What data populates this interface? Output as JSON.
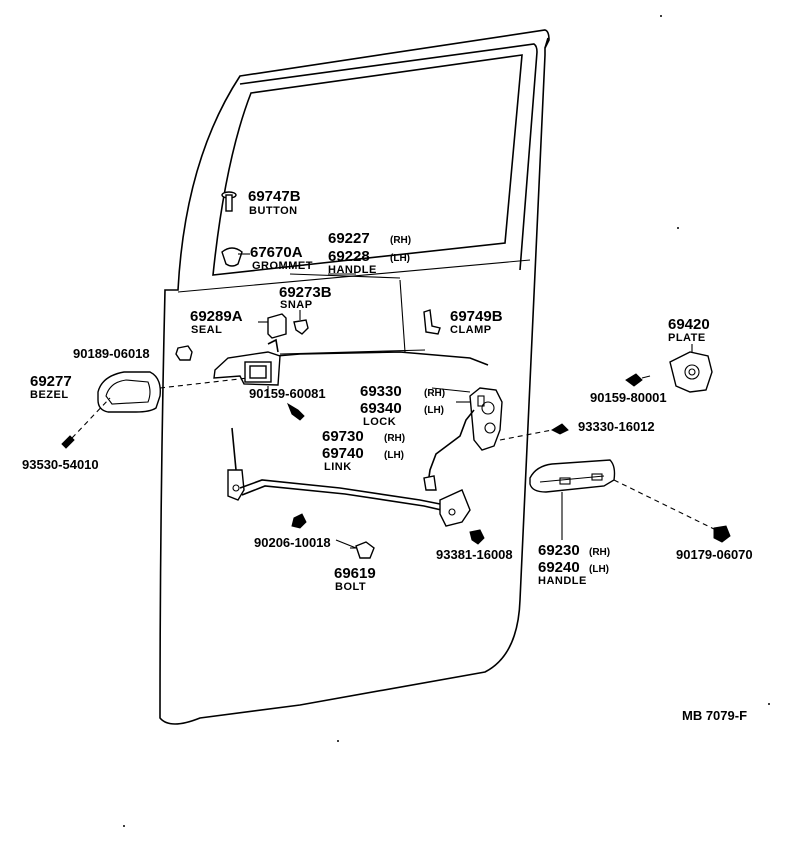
{
  "diagram_code": "MB 7079-F",
  "parts": [
    {
      "number": "69747B",
      "name": "BUTTON"
    },
    {
      "number": "67670A",
      "name": "GROMMET"
    },
    {
      "number": "69227",
      "side": "(RH)"
    },
    {
      "number": "69228",
      "side": "(LH)",
      "name": "HANDLE"
    },
    {
      "number": "69273B",
      "name": "SNAP"
    },
    {
      "number": "69289A",
      "name": "SEAL"
    },
    {
      "number": "69749B",
      "name": "CLAMP"
    },
    {
      "number": "90189-06018"
    },
    {
      "number": "69277",
      "name": "BEZEL"
    },
    {
      "number": "90159-60081"
    },
    {
      "number": "93530-54010"
    },
    {
      "number": "69330",
      "side": "(RH)"
    },
    {
      "number": "69340",
      "side": "(LH)",
      "name": "LOCK"
    },
    {
      "number": "69730",
      "side": "(RH)"
    },
    {
      "number": "69740",
      "side": "(LH)",
      "name": "LINK"
    },
    {
      "number": "69420",
      "name": "PLATE"
    },
    {
      "number": "90159-80001"
    },
    {
      "number": "93330-16012"
    },
    {
      "number": "69230",
      "side": "(RH)"
    },
    {
      "number": "69240",
      "side": "(LH)",
      "name": "HANDLE"
    },
    {
      "number": "90179-06070"
    },
    {
      "number": "90206-10018"
    },
    {
      "number": "69619",
      "name": "BOLT"
    },
    {
      "number": "93381-16008"
    }
  ]
}
